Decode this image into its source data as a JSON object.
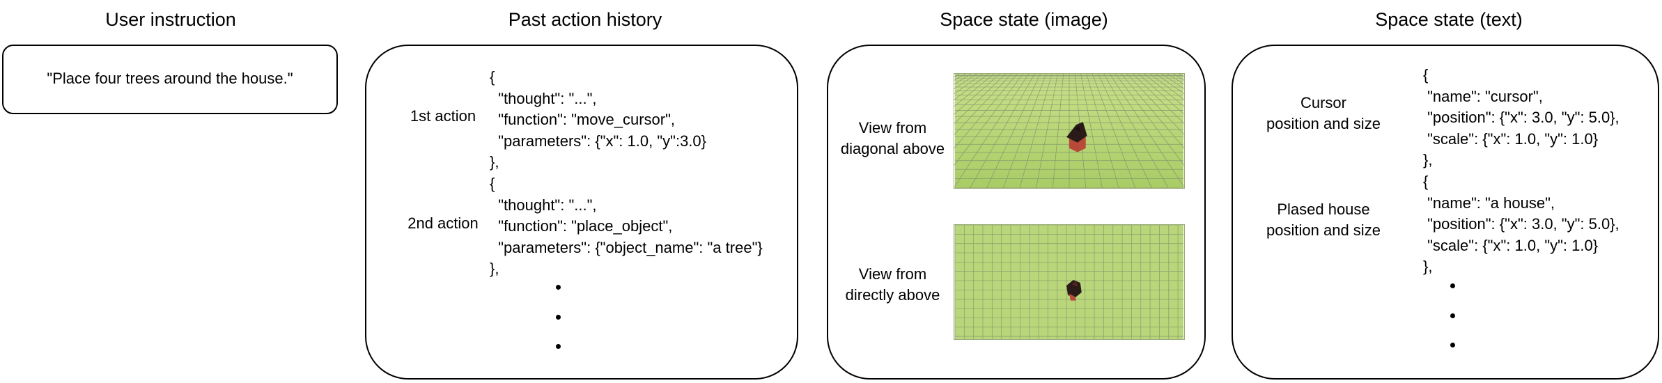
{
  "headings": {
    "user_instruction": "User instruction",
    "past_action_history": "Past action history",
    "space_state_image": "Space state (image)",
    "space_state_text": "Space state (text)"
  },
  "user_instruction": {
    "text": "\"Place four trees around the house.\""
  },
  "history": {
    "first_label": "1st action",
    "second_label": "2nd action",
    "first_lines": [
      "{",
      "  \"thought\": \"...\",",
      "  \"function\": \"move_cursor\",",
      "  \"parameters\": {\"x\": 1.0, \"y\":3.0}",
      "},"
    ],
    "second_lines": [
      "{",
      "  \"thought\": \"...\",",
      "  \"function\": \"place_object\",",
      "  \"parameters\": {\"object_name\": \"a tree\"}",
      "},"
    ]
  },
  "space_image": {
    "diagonal_label_1": "View from",
    "diagonal_label_2": "diagonal above",
    "direct_label_1": "View from",
    "direct_label_2": "directly above"
  },
  "space_text": {
    "cursor_label_1": "Cursor",
    "cursor_label_2": "position and size",
    "house_label_1": "Plased house",
    "house_label_2": "position and size",
    "cursor_lines": [
      "{",
      " \"name\": \"cursor\",",
      " \"position\": {\"x\": 3.0, \"y\": 5.0},",
      " \"scale\": {\"x\": 1.0, \"y\": 1.0}",
      "},"
    ],
    "house_lines": [
      "{",
      " \"name\": \"a house\",",
      " \"position\": {\"x\": 3.0, \"y\": 5.0},",
      " \"scale\": {\"x\": 1.0, \"y\": 1.0}",
      "},"
    ]
  },
  "colors": {
    "grass": "#b9d77a",
    "grass_light": "#d4e89a",
    "grid": "#7a8a6a",
    "house_roof": "#2a1a18",
    "house_wall": "#b84a3a"
  },
  "icons": [
    "ellipsis-dot"
  ]
}
